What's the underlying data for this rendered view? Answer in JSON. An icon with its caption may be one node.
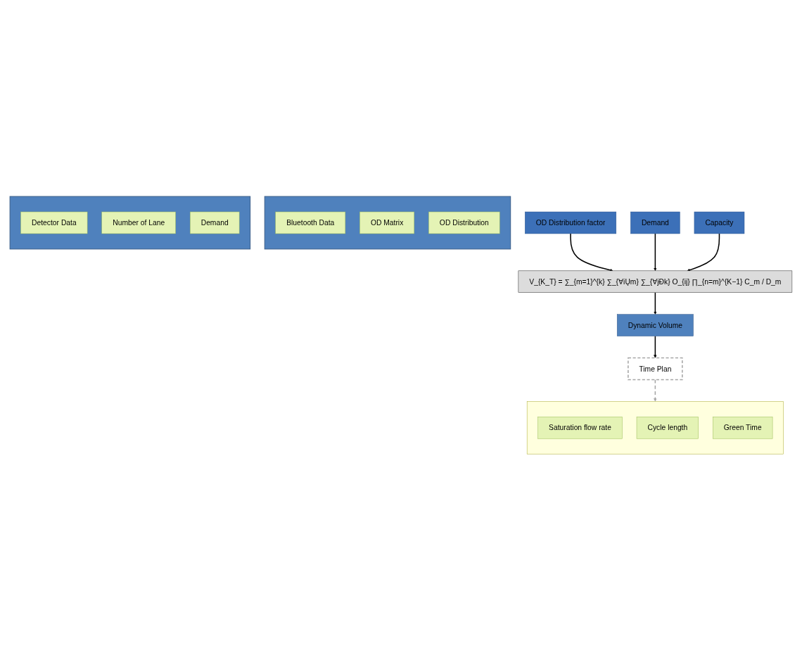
{
  "diagram": {
    "nodes": [
      {
        "text": [],
        "shape": "box"
      },
      {
        "text": [
          "Bluetooth Data"
        ],
        "in": 0
      },
      {
        "text": [
          "OD Matrix"
        ],
        "in": 0
      },
      {
        "text": [
          "OD Distribution"
        ],
        "in": 0
      },
      {
        "text": [],
        "shape": "box"
      },
      {
        "text": [
          "Detector Data"
        ],
        "in": 4
      },
      {
        "text": [
          "Number of Lane"
        ],
        "in": 4
      },
      {
        "text": [
          "Demand"
        ],
        "in": 4
      },
      {
        "text": [],
        "shape": "box"
      },
      {
        "text": [
          "Saturation flow rate"
        ],
        "in": 8
      },
      {
        "text": [
          "Cycle length"
        ],
        "in": 8
      },
      {
        "text": [
          "Green Time"
        ],
        "in": 8
      },
      {
        "text": [
          "OD Distribution factor"
        ]
      },
      {
        "text": [
          "Demand"
        ]
      },
      {
        "text": [
          "Capacity"
        ]
      },
      {
        "text": [
          "V_{K_T} = ∑_{m=1}^{k} ∑_{∀iŲm} ∑_{∀jÐk} O_{ij} ∏_{n=m}^{K−1} C_m / D_m"
        ]
      },
      {
        "text": [
          "Dynamic Volume"
        ]
      },
      {
        "text": [
          "Time Plan"
        ]
      }
    ],
    "edges": [
      {
        "from": 12,
        "to": 15,
        "arrow": "to"
      },
      {
        "from": 13,
        "to": 15,
        "arrow": "to"
      },
      {
        "from": 14,
        "to": 15,
        "arrow": "to"
      },
      {
        "from": 15,
        "to": 16,
        "arrow": "to"
      },
      {
        "from": 16,
        "to": 17,
        "arrow": "to"
      },
      {
        "from": 17,
        "to": 8,
        "arrow": "to",
        "style": "dashed",
        "color": "#a6a6a6"
      }
    ]
  }
}
